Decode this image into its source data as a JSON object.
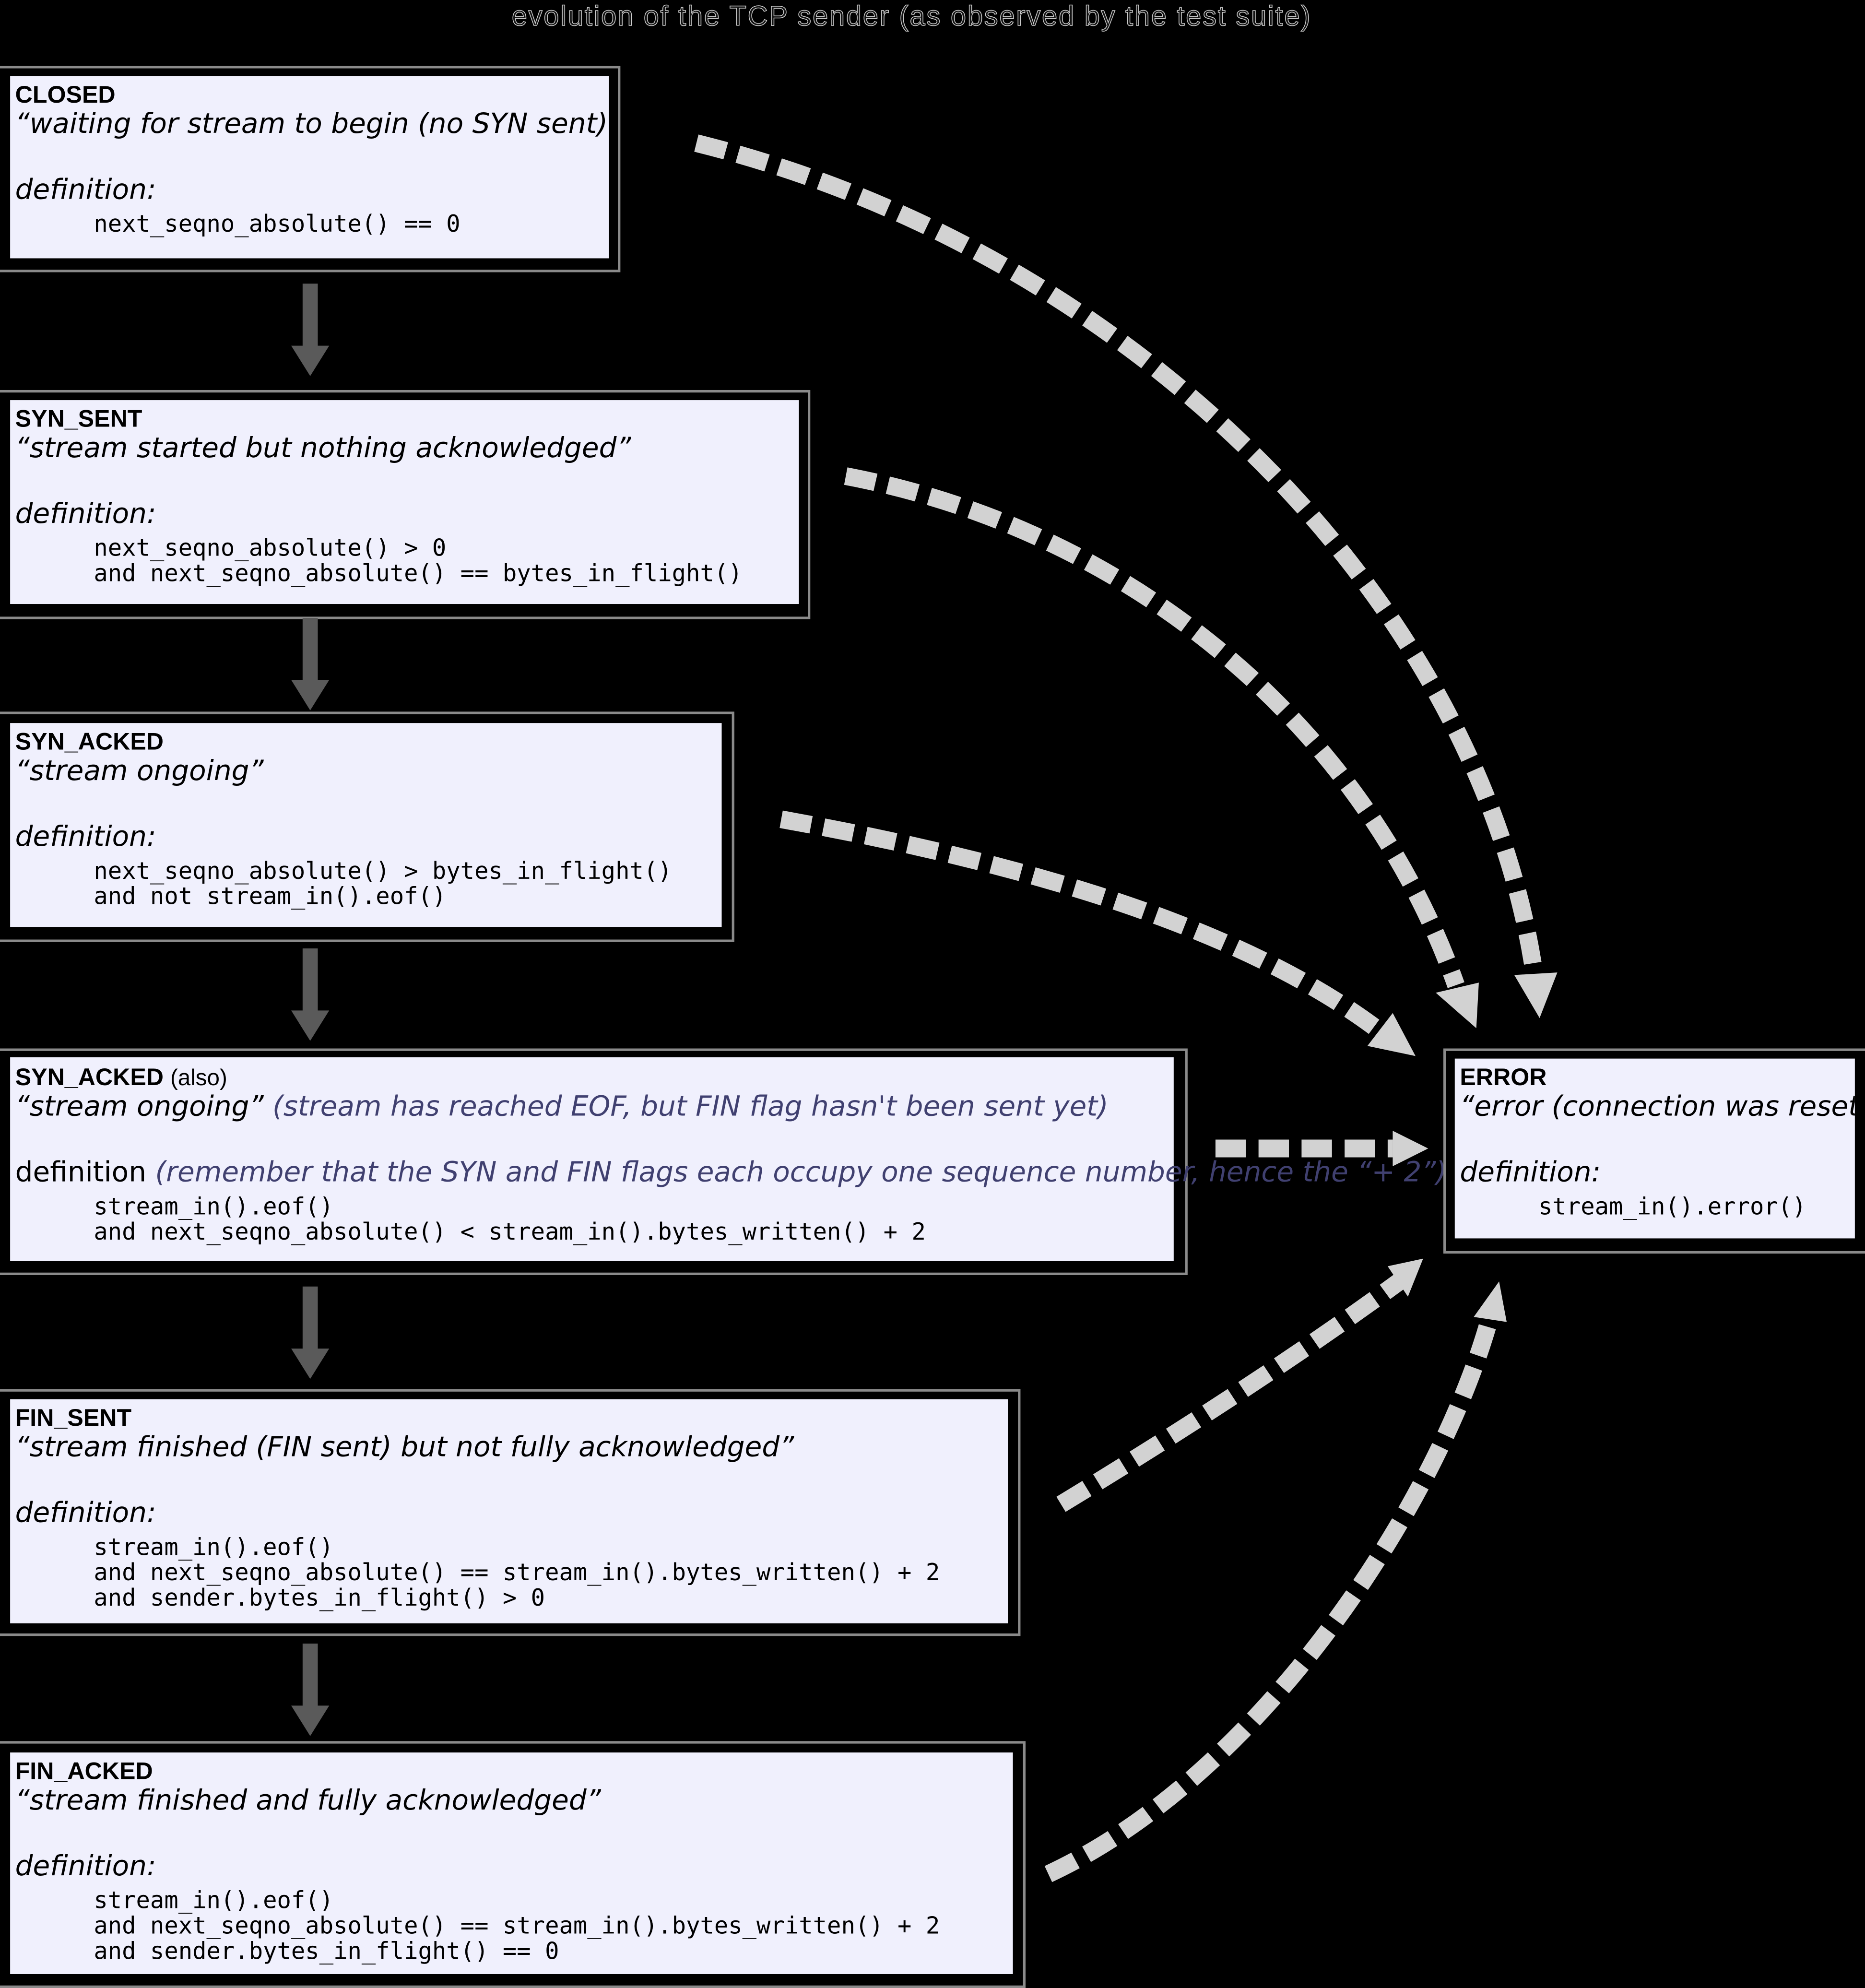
{
  "diagram": {
    "title": "evolution of the TCP sender (as observed by the test suite)",
    "colors": {
      "background": "#000000",
      "box_fill": "#f0f0fd",
      "note_text": "#404070",
      "solid_arrow": "#5a5a5a",
      "dashed_arrow": "#d2d2d2"
    },
    "states": [
      {
        "id": "closed",
        "name": "CLOSED",
        "name_extra": "",
        "description": "“waiting for stream to begin (no SYN sent)”",
        "description_note": "",
        "definition_label": "definition:",
        "definition_note": "",
        "definition_lines": [
          "next_seqno_absolute() == 0"
        ]
      },
      {
        "id": "syn_sent",
        "name": "SYN_SENT",
        "name_extra": "",
        "description": "“stream started but nothing acknowledged”",
        "description_note": "",
        "definition_label": "definition:",
        "definition_note": "",
        "definition_lines": [
          "next_seqno_absolute() > 0",
          "and next_seqno_absolute() == bytes_in_flight()"
        ]
      },
      {
        "id": "syn_acked",
        "name": "SYN_ACKED",
        "name_extra": "",
        "description": "“stream ongoing”",
        "description_note": "",
        "definition_label": "definition:",
        "definition_note": "",
        "definition_lines": [
          "next_seqno_absolute() > bytes_in_flight()",
          "and not stream_in().eof()"
        ]
      },
      {
        "id": "syn_acked_also",
        "name": "SYN_ACKED",
        "name_extra": "(also)",
        "description": "“stream ongoing”",
        "description_note": "(stream has reached EOF, but FIN flag hasn't been sent yet)",
        "definition_label": "definition",
        "definition_note": "(remember that the SYN and FIN flags each occupy one sequence number, hence the “+ 2”):",
        "definition_lines": [
          "stream_in().eof()",
          "and next_seqno_absolute() < stream_in().bytes_written() + 2"
        ]
      },
      {
        "id": "fin_sent",
        "name": "FIN_SENT",
        "name_extra": "",
        "description": "“stream finished (FIN sent) but not fully acknowledged”",
        "description_note": "",
        "definition_label": "definition:",
        "definition_note": "",
        "definition_lines": [
          "stream_in().eof()",
          "and next_seqno_absolute() == stream_in().bytes_written() + 2",
          "and sender.bytes_in_flight() > 0"
        ]
      },
      {
        "id": "fin_acked",
        "name": "FIN_ACKED",
        "name_extra": "",
        "description": "“stream finished and fully acknowledged”",
        "description_note": "",
        "definition_label": "definition:",
        "definition_note": "",
        "definition_lines": [
          "stream_in().eof()",
          "and next_seqno_absolute() == stream_in().bytes_written() + 2",
          "and sender.bytes_in_flight() == 0"
        ]
      }
    ],
    "error_state": {
      "id": "error",
      "name": "ERROR",
      "description": "“error (connection was reset)”",
      "definition_label": "definition:",
      "definition_lines": [
        "stream_in().error()"
      ]
    },
    "transitions": [
      {
        "from": "closed",
        "to": "syn_sent",
        "style": "solid"
      },
      {
        "from": "syn_sent",
        "to": "syn_acked",
        "style": "solid"
      },
      {
        "from": "syn_acked",
        "to": "syn_acked_also",
        "style": "solid"
      },
      {
        "from": "syn_acked_also",
        "to": "fin_sent",
        "style": "solid"
      },
      {
        "from": "fin_sent",
        "to": "fin_acked",
        "style": "solid"
      },
      {
        "from": "closed",
        "to": "error",
        "style": "dashed"
      },
      {
        "from": "syn_sent",
        "to": "error",
        "style": "dashed"
      },
      {
        "from": "syn_acked",
        "to": "error",
        "style": "dashed"
      },
      {
        "from": "syn_acked_also",
        "to": "error",
        "style": "dashed"
      },
      {
        "from": "fin_sent",
        "to": "error",
        "style": "dashed"
      },
      {
        "from": "fin_acked",
        "to": "error",
        "style": "dashed"
      }
    ]
  }
}
